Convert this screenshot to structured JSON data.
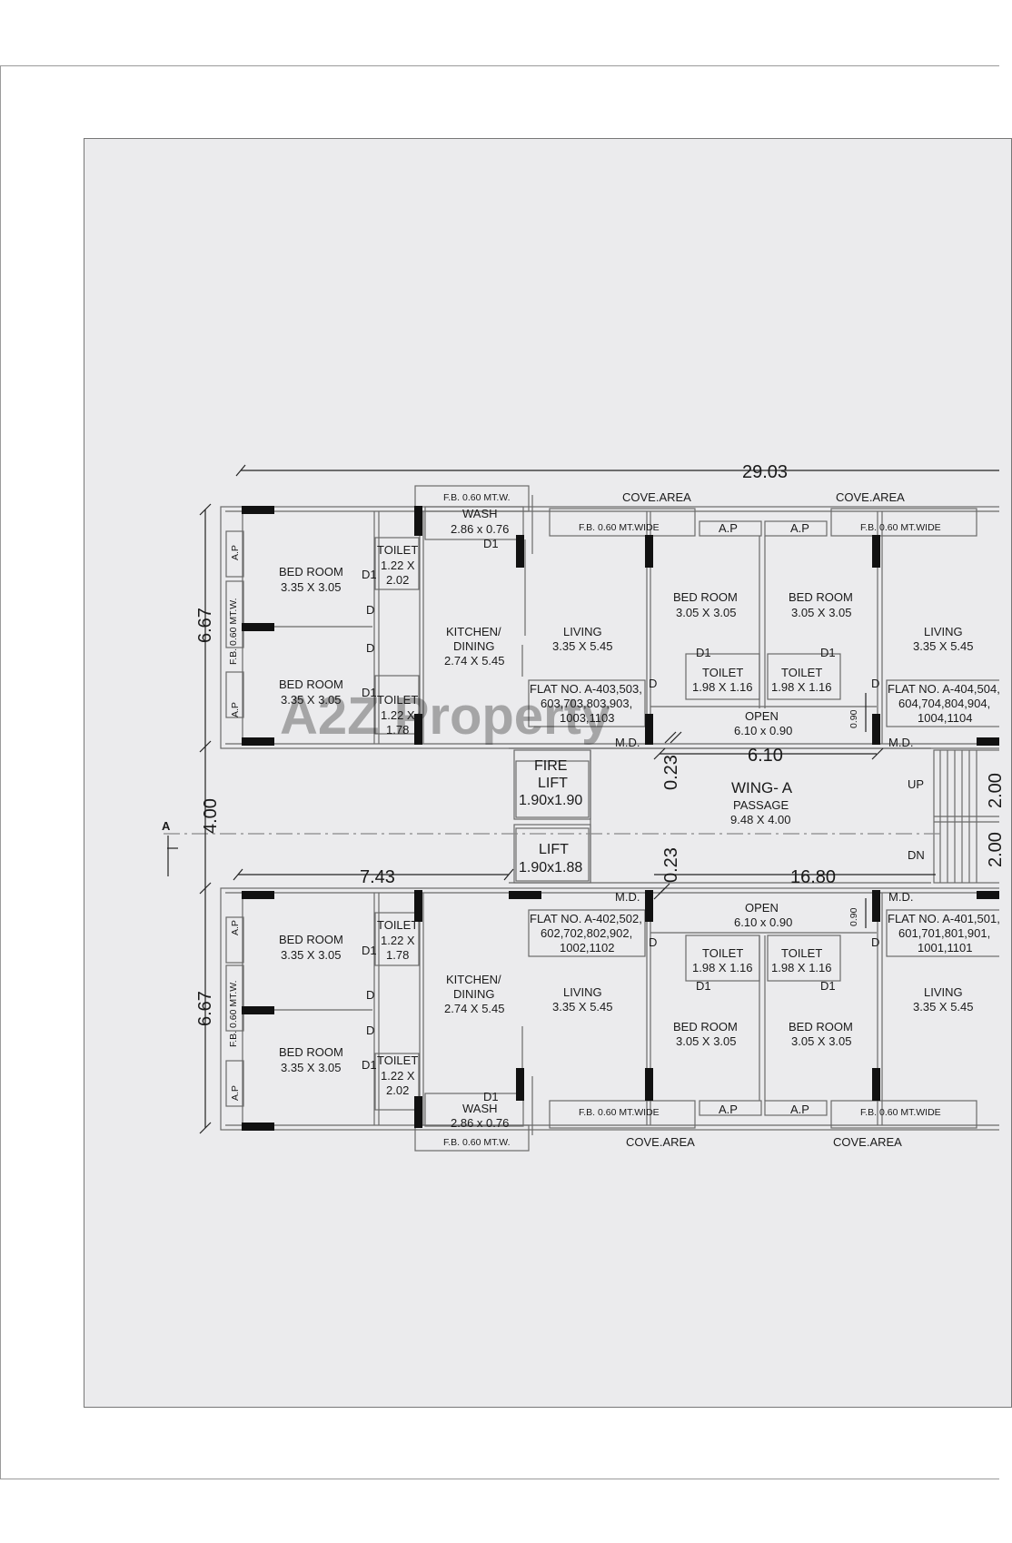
{
  "plan": {
    "dim_top": "29.03",
    "dim_left_top": "6.67",
    "dim_left_mid": "4.00",
    "dim_left_bottom": "6.67",
    "dim_7_43": "7.43",
    "dim_16_80": "16.80",
    "dim_6_10": "6.10",
    "dim_0_23": "0.23",
    "dim_0_90": "0.90",
    "dim_2_00": "2.00",
    "section_marker": "A",
    "fb_mtw": "F.B. 0.60 MT.W.",
    "fb_wide": "F.B. 0.60 MT.WIDE",
    "cove": "COVE.AREA",
    "ap": "A.P",
    "bed_room": "BED ROOM",
    "toilet": "TOILET",
    "wash": "WASH",
    "kitchen": "KITCHEN/",
    "dining": "DINING",
    "living": "LIVING",
    "open": "OPEN",
    "md": "M.D.",
    "d": "D",
    "d1": "D1",
    "up": "UP",
    "dn": "DN",
    "fire": "FIRE",
    "lift": "LIFT",
    "passage": "PASSAGE",
    "wing": "WING- A",
    "sz_bed_335": "3.35 X 3.05",
    "sz_bed_305": "3.05 X 3.05",
    "sz_kitchen": "2.74 X 5.45",
    "sz_living": "3.35 X 5.45",
    "sz_toilet_122": "1.22 X",
    "sz_toilet_202": "2.02",
    "sz_toilet_178": "1.78",
    "sz_toilet_198": "1.98 X 1.16",
    "sz_wash": "2.86 x 0.76",
    "sz_open": "6.10 x 0.90",
    "sz_fire_lift": "1.90x1.90",
    "sz_lift": "1.90x1.88",
    "sz_passage": "9.48 X 4.00",
    "flat_403": [
      "FLAT NO. A-403,503,",
      "603,703,803,903,",
      "1003,1103"
    ],
    "flat_404": [
      "FLAT NO. A-404,504,",
      "604,704,804,904,",
      "1004,1104"
    ],
    "flat_402": [
      "FLAT NO. A-402,502,",
      "602,702,802,902,",
      "1002,1102"
    ],
    "flat_401": [
      "FLAT NO. A-401,501,",
      "601,701,801,901,",
      "1001,1101"
    ]
  },
  "watermark": "A2Z Property",
  "colors": {
    "wing_label": "#d13a3a",
    "sheet_bg": "#ebebed",
    "wall_dark": "#111111",
    "line": "#555555"
  }
}
